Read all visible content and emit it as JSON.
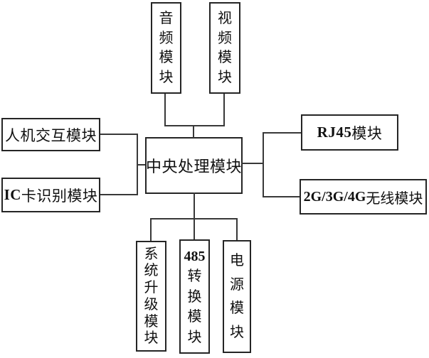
{
  "diagram": {
    "description": "System block diagram centered on a central processing module",
    "colors": {
      "background": "#ffffff",
      "box_border": "#252525",
      "connector": "#383838",
      "text": "#111111"
    },
    "boxes": {
      "audio": {
        "label": "音频模块",
        "chars": [
          "音",
          "频",
          "模",
          "块"
        ]
      },
      "video": {
        "label": "视频模块",
        "chars": [
          "视",
          "频",
          "模",
          "块"
        ]
      },
      "hmi": {
        "label": "人机交互模块"
      },
      "ic_card": {
        "label": "IC卡识别模块",
        "latin": "IC",
        "cjk": "卡识别模块"
      },
      "cpu": {
        "label": "中央处理模块"
      },
      "rj45": {
        "label": "RJ45模块",
        "latin": "RJ45",
        "cjk": "模块"
      },
      "wireless": {
        "label": "2G/3G/4G无线模块",
        "latin": "2G/3G/4G",
        "cjk": "无线模块"
      },
      "upgrade": {
        "label": "系统升级模块",
        "chars": [
          "系",
          "统",
          "升",
          "级",
          "模",
          "块"
        ]
      },
      "conv485": {
        "label": "485转换模块",
        "chars": [
          "485",
          "转",
          "换",
          "模",
          "块"
        ]
      },
      "power": {
        "label": "电源模块",
        "chars": [
          "电",
          "源",
          "模",
          "块"
        ]
      }
    }
  }
}
